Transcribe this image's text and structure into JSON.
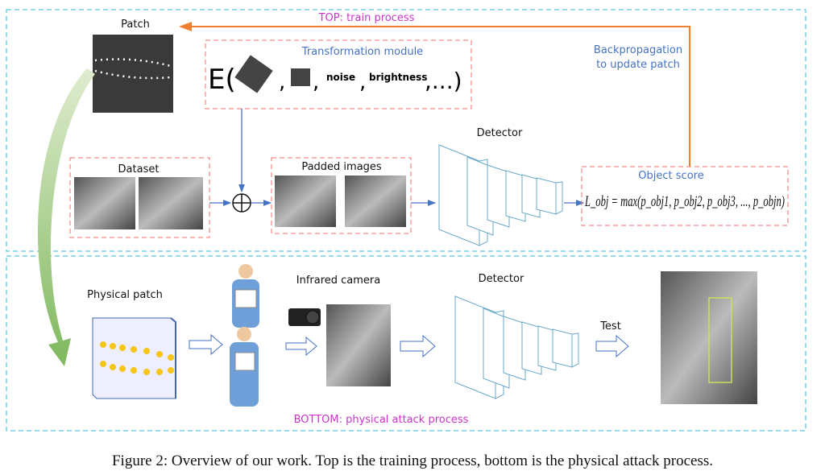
{
  "top_section": {
    "title": "TOP: train process",
    "patch_label": "Patch",
    "backprop_line1": "Backpropagation",
    "backprop_line2": "to update patch",
    "transformation": {
      "title": "Transformation module",
      "prefix": "E(",
      "sep": ",",
      "noise": "noise",
      "brightness": "brightness",
      "suffix": ",...)"
    },
    "dataset_label": "Dataset",
    "padded_label": "Padded images",
    "detector_label": "Detector",
    "object_score": {
      "title": "Object score",
      "formula": "L_obj = max(p_obj1, p_obj2, p_obj3, ..., p_objn)"
    }
  },
  "bottom_section": {
    "title": "BOTTOM: physical attack process",
    "physical_patch_label": "Physical patch",
    "camera_label": "Infrared camera",
    "detector_label": "Detector",
    "test_label": "Test"
  },
  "caption": "Figure 2: Overview of our work. Top is the training process, bottom is the physical attack process.",
  "colors": {
    "section_border": "#5bc8e0",
    "module_border": "#f07070",
    "arrow": "#4472c4",
    "backprop_arrow": "#f08030",
    "section_title": "#cc33cc",
    "green_arrow": "#8cc070"
  }
}
